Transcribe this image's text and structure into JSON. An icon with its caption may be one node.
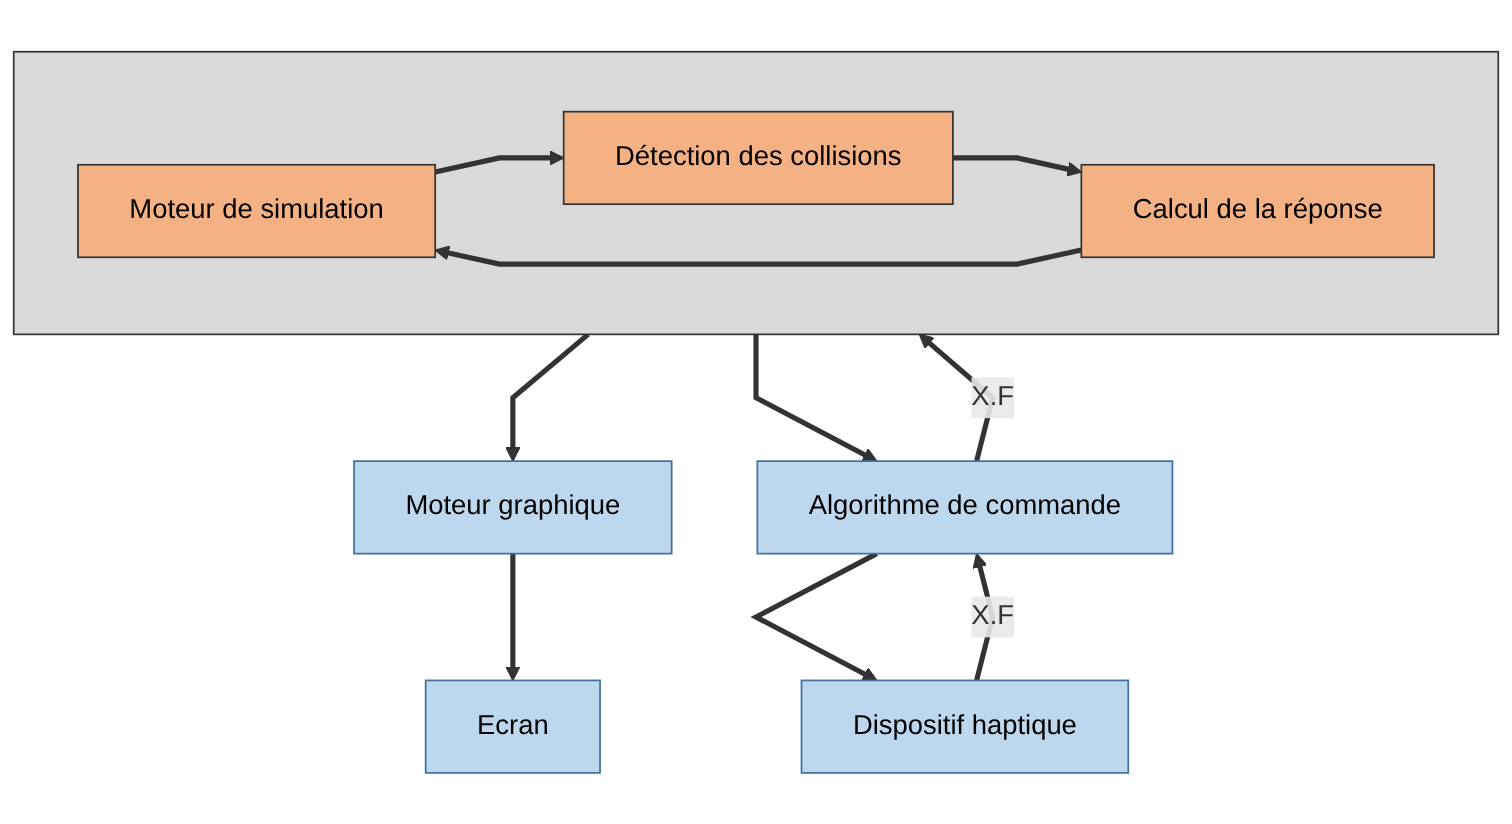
{
  "diagram": {
    "nodes": [
      {
        "text": [],
        "shape": "box"
      },
      {
        "text": [
          "Moteur de simulation"
        ],
        "in": 0
      },
      {
        "text": [
          "Détection des collisions"
        ],
        "in": 0
      },
      {
        "text": [
          "Calcul de la réponse"
        ],
        "in": 0
      },
      {
        "text": [
          "Moteur graphique"
        ]
      },
      {
        "text": [
          "Ecran"
        ]
      },
      {
        "text": [
          "Algorithme de commande"
        ]
      },
      {
        "text": [
          "Dispositif haptique"
        ]
      }
    ],
    "edges": [
      {
        "from": 1,
        "to": 2,
        "arrow": "to"
      },
      {
        "from": 2,
        "to": 3,
        "arrow": "to"
      },
      {
        "from": 3,
        "to": 1,
        "arrow": "to"
      },
      {
        "from": 0,
        "to": 4,
        "arrow": "to"
      },
      {
        "from": 4,
        "to": 5,
        "arrow": "to"
      },
      {
        "from": 6,
        "to": 0,
        "arrow": "to",
        "label": "X.F"
      },
      {
        "from": 0,
        "to": 6,
        "arrow": "to"
      },
      {
        "from": 7,
        "to": 6,
        "arrow": "to",
        "label": "X.F"
      },
      {
        "from": 6,
        "to": 7,
        "arrow": "to"
      }
    ]
  }
}
